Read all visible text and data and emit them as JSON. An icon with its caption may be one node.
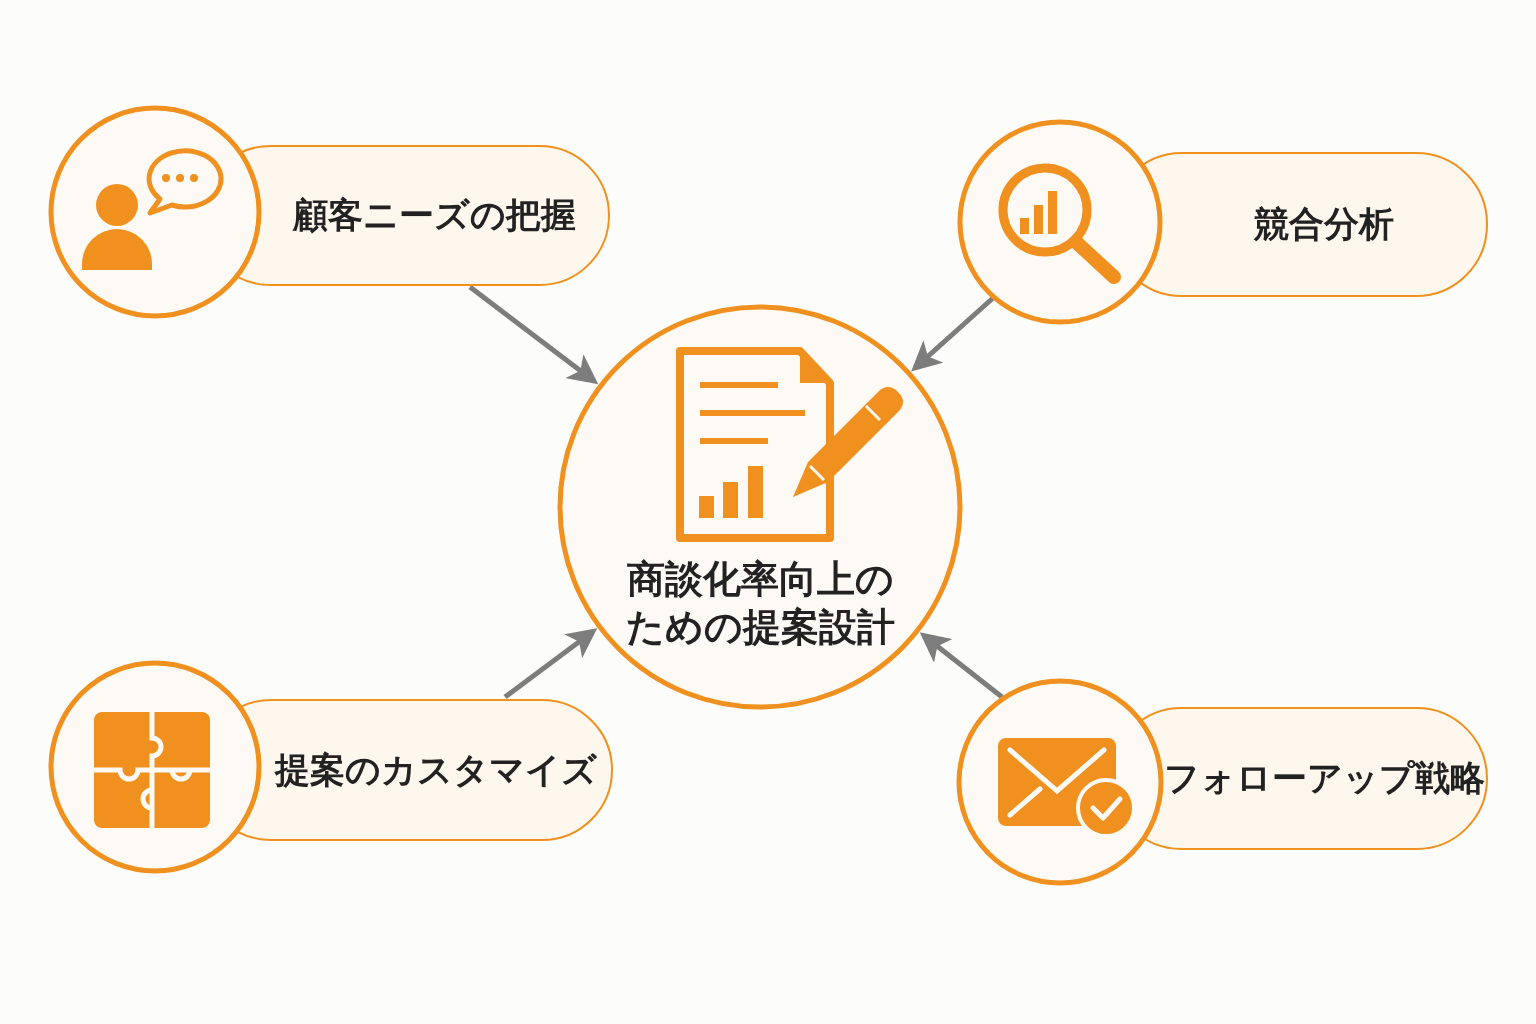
{
  "diagram": {
    "nodes": [
      {
        "text": [
          "顧客ニーズの把握"
        ]
      },
      {
        "text": [
          "競合分析"
        ]
      },
      {
        "text": [
          "商談化率向上のための提案設計"
        ]
      },
      {
        "text": [
          "提案のカスタマイズ"
        ]
      },
      {
        "text": [
          "フォローアップ戦略"
        ]
      }
    ],
    "edges": [
      {
        "from": 0,
        "to": 2,
        "arrow": "to"
      },
      {
        "from": 1,
        "to": 2,
        "arrow": "to"
      },
      {
        "from": 3,
        "to": 2,
        "arrow": "to"
      },
      {
        "from": 4,
        "to": 2,
        "arrow": "to"
      }
    ]
  }
}
